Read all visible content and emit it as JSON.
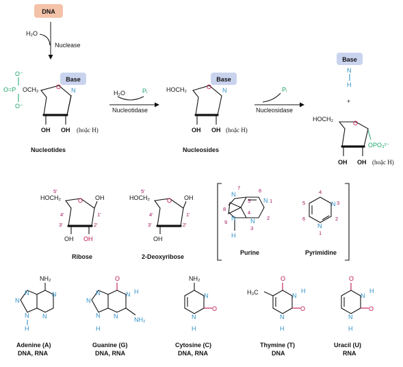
{
  "pathway": {
    "start": "DNA",
    "step1": {
      "reagent": "H₂O",
      "enzyme": "Nuclease"
    },
    "step2": {
      "reagent": "H₂O",
      "product": "Pᵢ",
      "enzyme": "Nucleotidase"
    },
    "step3": {
      "product": "Pᵢ",
      "enzyme": "Nucleosidase"
    },
    "nucleotides": {
      "caption": "Nucleotides",
      "base": "Base",
      "phos_o_top": "O⁻",
      "phos_o_left": "O=P",
      "phos_ch2": "OCH₂",
      "phos_o_bottom": "O⁻",
      "n": "N",
      "oh1": "OH",
      "oh2": "OH",
      "or_h": "(hoặc H)"
    },
    "nucleosides": {
      "caption": "Nucleosides",
      "base": "Base",
      "hoch2": "HOCH₂",
      "n": "N",
      "oh1": "OH",
      "oh2": "OH",
      "or_h": "(hoặc H)"
    },
    "products": {
      "base": "Base",
      "n": "N",
      "h": "H",
      "plus": "+",
      "hoch2": "HOCH₂",
      "opo3": "OPO₃²⁻",
      "oh1": "OH",
      "oh2": "OH",
      "or_h": "(hoặc H)"
    }
  },
  "sugars": [
    {
      "caption": "Ribose",
      "hoch2": "HOCH₂",
      "five": "5'",
      "four": "4'",
      "three": "3'",
      "two": "2'",
      "one": "1'",
      "o": "O",
      "oh_top": "OH",
      "oh3": "OH",
      "oh2": "OH"
    },
    {
      "caption": "2-Deoxyribose",
      "hoch2": "HOCH₂",
      "five": "5'",
      "four": "4'",
      "three": "3'",
      "two": "2'",
      "one": "1'",
      "o": "O",
      "oh_top": "OH",
      "oh3": "OH"
    }
  ],
  "rings": {
    "purine": {
      "caption": "Purine",
      "atoms": {
        "n1": "N",
        "n3": "N",
        "n7": "N",
        "n9": "N",
        "h": "H"
      },
      "nums": {
        "1": "1",
        "2": "2",
        "3": "3",
        "4": "4",
        "5": "5",
        "6": "6",
        "7": "7",
        "8": "8",
        "9": "9"
      }
    },
    "pyrimidine": {
      "caption": "Pyrimidine",
      "atoms": {
        "n1": "N",
        "n3": "N"
      },
      "nums": {
        "1": "1",
        "2": "2",
        "3": "3",
        "4": "4",
        "5": "5",
        "6": "6"
      }
    }
  },
  "bases": [
    {
      "name": "Adenine (A)",
      "found_in": "DNA, RNA",
      "nh2": "NH₂"
    },
    {
      "name": "Guanine (G)",
      "found_in": "DNA, RNA",
      "o": "O",
      "nh2": "NH₂"
    },
    {
      "name": "Cytosine (C)",
      "found_in": "DNA, RNA",
      "nh2": "NH₂",
      "o": "O"
    },
    {
      "name": "Thymine (T)",
      "found_in": "DNA",
      "ch3": "H₃C",
      "o1": "O",
      "o2": "O"
    },
    {
      "name": "Uracil (U)",
      "found_in": "RNA",
      "o1": "O",
      "o2": "O"
    }
  ],
  "colors": {
    "dna_box": "#f4c2a8",
    "base_box": "#c9d3ee",
    "nitrogen": "#2f8fc8",
    "oxygen": "#c0154a",
    "phosphate": "#1aa36a",
    "locant": "#a0105a"
  },
  "icons": {
    "arrow": "reaction-arrow",
    "bracket": "square-bracket"
  }
}
